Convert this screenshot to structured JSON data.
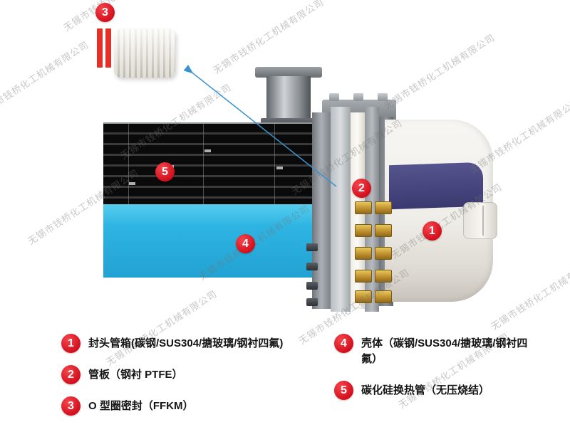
{
  "watermark": {
    "text": "无锡市钱桥化工机械有限公司"
  },
  "legend": {
    "items": [
      {
        "num": "1",
        "label": "封头管箱(碳钢/SUS304/搪玻璃/钢衬四氟)"
      },
      {
        "num": "2",
        "label": "管板（钢衬 PTFE）"
      },
      {
        "num": "3",
        "label": "O 型圈密封（FFKM）"
      },
      {
        "num": "4",
        "label": "壳体（碳钢/SUS304/搪玻璃/钢衬四氟）"
      },
      {
        "num": "5",
        "label": "碳化硅换热管（无压烧结）"
      }
    ]
  },
  "colors": {
    "marker_red": "#d40f1d",
    "shell_blue": "#2eb4e2",
    "band_purple": "#3a396f",
    "bolt_gold": "#bb8c2b",
    "arrow_blue": "#3a93cf",
    "tube_black": "#0a0a0a"
  }
}
